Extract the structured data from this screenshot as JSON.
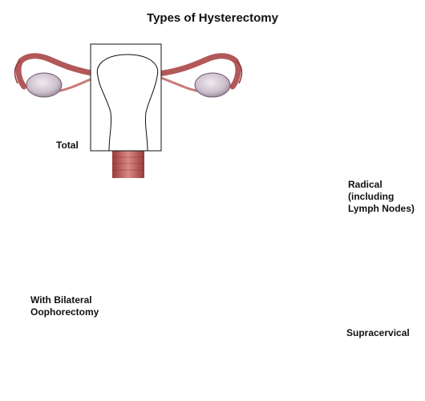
{
  "title": "Types of Hysterectomy",
  "procedures": [
    {
      "name": "total",
      "label": "Total"
    },
    {
      "name": "radical",
      "label": "Radical\n(including\nLymph Nodes)"
    },
    {
      "name": "bilateral",
      "label": "With Bilateral\nOophorectomy"
    },
    {
      "name": "supracervical",
      "label": "Supracervical"
    }
  ],
  "colors": {
    "tissue": "#c96b6b",
    "tissue_dark": "#8e3a3a",
    "tissue_light": "#e8b0a8",
    "ovary": "#ddd3dc",
    "ovary_shade": "#a595a6",
    "outline": "#111111",
    "removed_fill": "#ffffff"
  }
}
